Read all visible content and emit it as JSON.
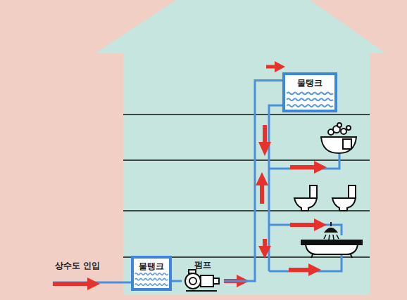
{
  "diagram": {
    "nodes": [
      {
        "text": [
          "물탱크"
        ]
      },
      {
        "text": [
          "물탱크"
        ]
      },
      {
        "text": [
          "펌프"
        ]
      }
    ],
    "edges": [
      {
        "from": 1,
        "to": 2,
        "arrow": "none"
      },
      {
        "from": 2,
        "to": 0,
        "arrow": "none"
      }
    ],
    "labels": [
      "상수도 인입"
    ]
  }
}
